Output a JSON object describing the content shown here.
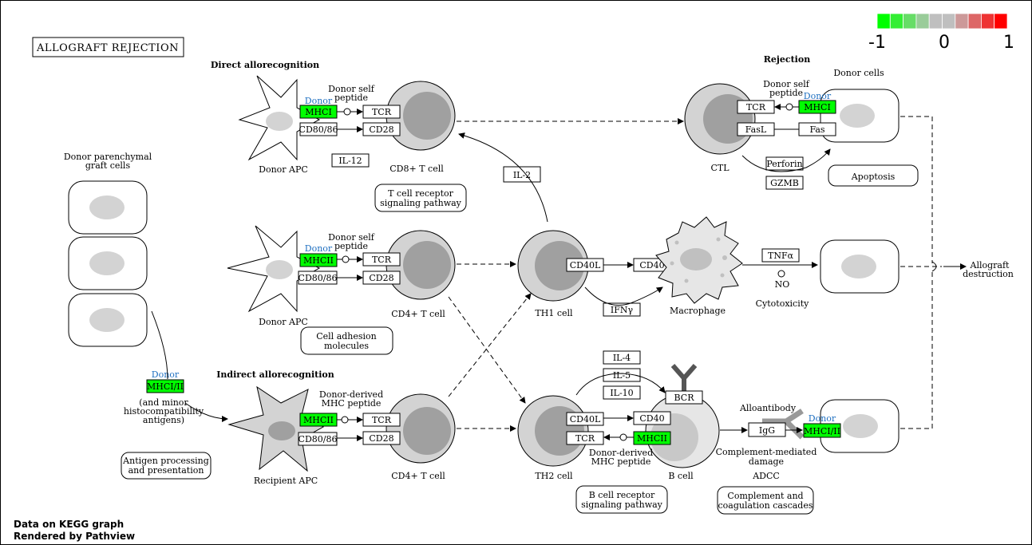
{
  "title": "ALLOGRAFT REJECTION",
  "legend": {
    "min_label": "-1",
    "mid_label": "0",
    "max_label": "1",
    "colors": [
      "#00ff00",
      "#33ee33",
      "#66dd66",
      "#99cc99",
      "#bfbfbf",
      "#bfbfbf",
      "#cc9999",
      "#dd6666",
      "#ee3333",
      "#ff0000"
    ]
  },
  "sections": {
    "direct": "Direct allorecognition",
    "indirect": "Indirect allorecognition",
    "rejection": "Rejection"
  },
  "cells": {
    "donor_parenchymal": [
      "Donor parenchymal",
      "graft cells"
    ],
    "donor_apc": "Donor APC",
    "recipient_apc": "Recipient APC",
    "cd8_t": "CD8+ T cell",
    "cd4_t": "CD4+ T cell",
    "th1": "TH1 cell",
    "th2": "TH2 cell",
    "b_cell": "B cell",
    "macrophage": "Macrophage",
    "ctl": "CTL",
    "donor_cells": "Donor cells"
  },
  "genes": {
    "donor": "Donor",
    "mhci": "MHCI",
    "mhcii": "MHCII",
    "mhci_ii": "MHCI/II",
    "tcr": "TCR",
    "cd28": "CD28",
    "cd80_86": "CD80/86",
    "il12": "IL-12",
    "il2": "IL-2",
    "cd40l": "CD40L",
    "cd40": "CD40",
    "ifng": "IFNγ",
    "tnfa": "TNFα",
    "no": "NO",
    "il4": "IL-4",
    "il5": "IL-5",
    "il10": "IL-10",
    "bcr": "BCR",
    "igg": "IgG",
    "fasl": "FasL",
    "fas": "Fas",
    "perforin": "Perforin",
    "gzmb": "GZMB"
  },
  "labels": {
    "donor_self_peptide": [
      "Donor self",
      "peptide"
    ],
    "donor_derived": [
      "Donor-derived",
      "MHC peptide"
    ],
    "minor_antigens": [
      "(and minor",
      "histocompatibility",
      "antigens)"
    ],
    "cytotoxicity": "Cytotoxicity",
    "alloantibody": "Alloantibody",
    "complement_damage": [
      "Complement-mediated",
      "damage"
    ],
    "adcc": "ADCC",
    "allograft_destruction": [
      "Allograft",
      "destruction"
    ]
  },
  "pathways": {
    "tcr_signaling": [
      "T cell receptor",
      "signaling pathway"
    ],
    "cell_adhesion": [
      "Cell adhesion",
      "molecules"
    ],
    "antigen_processing": [
      "Antigen processing",
      "and presentation"
    ],
    "apoptosis": "Apoptosis",
    "bcr_signaling": [
      "B cell receptor",
      "signaling pathway"
    ],
    "complement": [
      "Complement and",
      "coagulation cascades"
    ]
  },
  "footer": {
    "line1": "Data on KEGG graph",
    "line2": "Rendered by Pathview"
  },
  "colors": {
    "highlight": "#00ff00",
    "donor_text": "#1e6fc0",
    "cell_gray": "#d3d3d3",
    "nucleus_gray": "#a0a0a0"
  }
}
